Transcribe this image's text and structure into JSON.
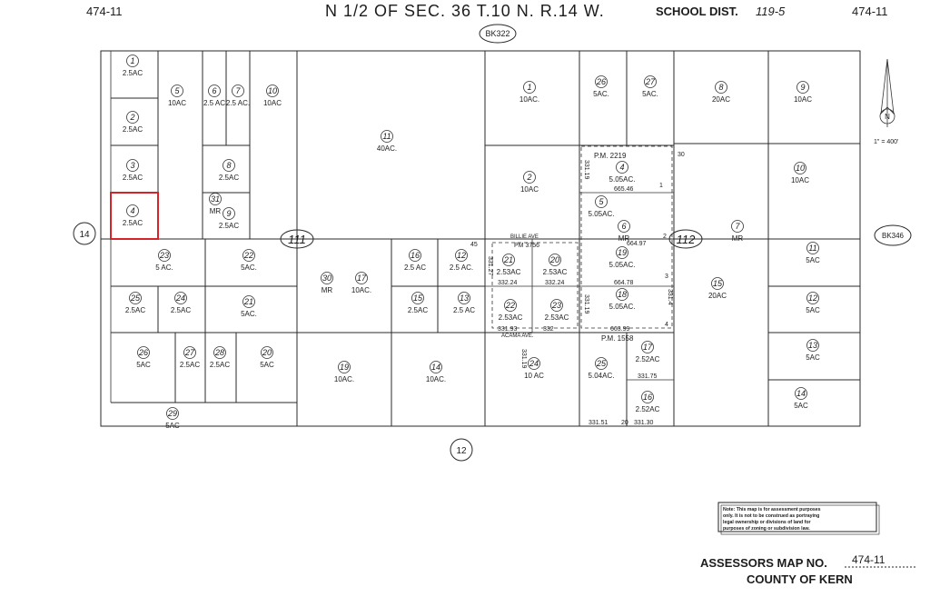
{
  "header": {
    "left_code": "474-11",
    "title": "N 1/2 OF SEC. 36 T.10 N. R.14 W.",
    "school_label": "SCHOOL DIST.",
    "school_value": "119-5",
    "right_code": "474-11"
  },
  "book_top": "BK322",
  "book_right": "BK346",
  "side_left": "14",
  "side_bottom": "12",
  "scale": "1\" = 400'",
  "selected_color": "#d6232a",
  "roads": {
    "billie": "BILLIE AVE",
    "acama": "ACAMA AVE.",
    "pm_3756": "PM 3756",
    "pm_2219": "P.M. 2219",
    "pm_1558": "P.M. 1558",
    "block_111": "111",
    "block_112": "112"
  },
  "parcels": [
    {
      "id": "p1",
      "num": "1",
      "area": "2.5AC"
    },
    {
      "id": "p2",
      "num": "2",
      "area": "2.5AC"
    },
    {
      "id": "p3",
      "num": "3",
      "area": "2.5AC"
    },
    {
      "id": "p4",
      "num": "4",
      "area": "2.5AC"
    },
    {
      "id": "p5",
      "num": "5",
      "area": "10AC"
    },
    {
      "id": "p6",
      "num": "6",
      "area": "2.5 AC"
    },
    {
      "id": "p7",
      "num": "7",
      "area": "2.5 AC."
    },
    {
      "id": "p8",
      "num": "8",
      "area": "2.5AC"
    },
    {
      "id": "p9",
      "num": "9",
      "area": "2.5AC"
    },
    {
      "id": "p31",
      "num": "31",
      "area": "MR"
    },
    {
      "id": "p10",
      "num": "10",
      "area": "10AC"
    },
    {
      "id": "p11",
      "num": "11",
      "area": "40AC."
    },
    {
      "id": "p23",
      "num": "23",
      "area": "5 AC."
    },
    {
      "id": "p22",
      "num": "22",
      "area": "5AC."
    },
    {
      "id": "p25",
      "num": "25",
      "area": "2.5AC"
    },
    {
      "id": "p24",
      "num": "24",
      "area": "2.5AC"
    },
    {
      "id": "p21",
      "num": "21",
      "area": "5AC."
    },
    {
      "id": "p26",
      "num": "26",
      "area": "5AC"
    },
    {
      "id": "p27",
      "num": "27",
      "area": "2.5AC"
    },
    {
      "id": "p28",
      "num": "28",
      "area": "2.5AC"
    },
    {
      "id": "p20",
      "num": "20",
      "area": "5AC"
    },
    {
      "id": "p29",
      "num": "29",
      "area": "5AC"
    },
    {
      "id": "p30",
      "num": "30",
      "area": "MR"
    },
    {
      "id": "p17",
      "num": "17",
      "area": "10AC."
    },
    {
      "id": "p19",
      "num": "19",
      "area": "10AC."
    },
    {
      "id": "p16",
      "num": "16",
      "area": "2.5 AC"
    },
    {
      "id": "p12b",
      "num": "12",
      "area": "2.5 AC."
    },
    {
      "id": "p15",
      "num": "15",
      "area": "2.5AC"
    },
    {
      "id": "p13",
      "num": "13",
      "area": "2.5 AC"
    },
    {
      "id": "p14b",
      "num": "14",
      "area": "10AC."
    },
    {
      "id": "q1",
      "num": "1",
      "area": "10AC."
    },
    {
      "id": "q2",
      "num": "2",
      "area": "10AC"
    },
    {
      "id": "q26",
      "num": "26",
      "area": "5AC."
    },
    {
      "id": "q27",
      "num": "27",
      "area": "5AC."
    },
    {
      "id": "q4",
      "num": "4",
      "area": "5.05AC."
    },
    {
      "id": "q5",
      "num": "5",
      "area": "5.05AC."
    },
    {
      "id": "q6",
      "num": "6",
      "area": "MR"
    },
    {
      "id": "q21",
      "num": "21",
      "area": "2.53AC"
    },
    {
      "id": "q20",
      "num": "20",
      "area": "2.53AC"
    },
    {
      "id": "q22",
      "num": "22",
      "area": "2.53AC"
    },
    {
      "id": "q23",
      "num": "23",
      "area": "2.53AC"
    },
    {
      "id": "q19",
      "num": "19",
      "area": "5.05AC."
    },
    {
      "id": "q18",
      "num": "18",
      "area": "5.05AC."
    },
    {
      "id": "q24",
      "num": "24",
      "area": "10 AC"
    },
    {
      "id": "q25",
      "num": "25",
      "area": "5.04AC."
    },
    {
      "id": "q17",
      "num": "17",
      "area": "2.52AC"
    },
    {
      "id": "q16",
      "num": "16",
      "area": "2.52AC"
    },
    {
      "id": "q8",
      "num": "8",
      "area": "20AC"
    },
    {
      "id": "q7",
      "num": "7",
      "area": "MR"
    },
    {
      "id": "q15",
      "num": "15",
      "area": "20AC"
    },
    {
      "id": "q9",
      "num": "9",
      "area": "10AC"
    },
    {
      "id": "q10",
      "num": "10",
      "area": "10AC"
    },
    {
      "id": "q11",
      "num": "11",
      "area": "5AC"
    },
    {
      "id": "q12",
      "num": "12",
      "area": "5AC"
    },
    {
      "id": "q13",
      "num": "13",
      "area": "5AC"
    },
    {
      "id": "q14",
      "num": "14",
      "area": "5AC"
    }
  ],
  "dims": {
    "d1": "664.97",
    "d2": "665.46",
    "d3": "664.78",
    "d4": "663.99",
    "d5": "332.24",
    "d6": "332.24",
    "d7": "331.93",
    "d8": "332",
    "d9": "331.75",
    "d10": "331.51",
    "d11": "331.30",
    "d12": "331.19",
    "d13": "331.19",
    "d14": "331.4",
    "d15": "331.19",
    "d16": "331.27",
    "d17": "30",
    "d18": "45",
    "d19": "1",
    "d20": "2",
    "d21": "3",
    "d22": "4",
    "d23": "20"
  },
  "note": {
    "line1": "Note: This map is for assessment purposes",
    "line2": "only. It is not to be construed as portraying",
    "line3": "legal ownership or divisions of land for",
    "line4": "purposes of zoning or subdivision law."
  },
  "footer": {
    "label": "ASSESSORS MAP NO.",
    "map_no": "474-11",
    "county": "COUNTY OF KERN"
  }
}
